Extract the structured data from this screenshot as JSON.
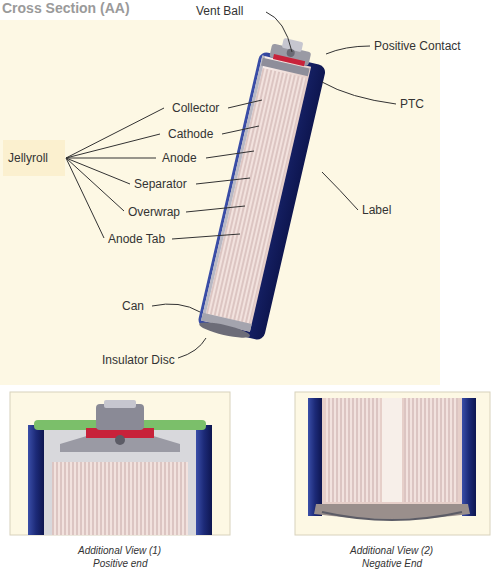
{
  "diagram": {
    "title": "Cross Section (AA)",
    "labels": [
      "Vent Ball",
      "Positive Contact",
      "PTC",
      "Collector",
      "Cathode",
      "Anode",
      "Separator",
      "Overwrap",
      "Anode Tab",
      "Jellyroll",
      "Label",
      "Can",
      "Insulator Disc",
      "Additional View (1)",
      "Positive end",
      "Additional View (2)",
      "Negative End"
    ]
  }
}
